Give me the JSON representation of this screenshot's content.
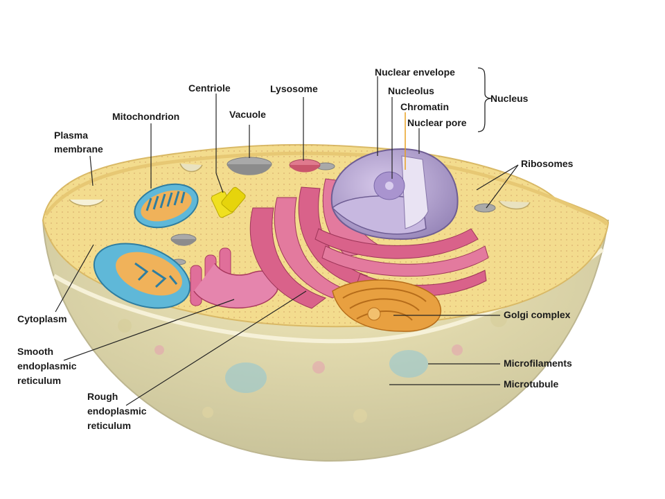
{
  "labels": {
    "nuclear_envelope": "Nuclear envelope",
    "nucleolus": "Nucleolus",
    "chromatin": "Chromatin",
    "nuclear_pore": "Nuclear pore",
    "nucleus": "Nucleus",
    "centriole": "Centriole",
    "lysosome": "Lysosome",
    "mitochondrion": "Mitochondrion",
    "vacuole": "Vacuole",
    "plasma_line1": "Plasma",
    "plasma_line2": "membrane",
    "ribosomes": "Ribosomes",
    "cytoplasm": "Cytoplasm",
    "golgi": "Golgi complex",
    "smooth_line1": "Smooth",
    "smooth_line2": "endoplasmic",
    "smooth_line3": "reticulum",
    "rough_line1": "Rough",
    "rough_line2": "endoplasmic",
    "rough_line3": "reticulum",
    "microfilaments": "Microfilaments",
    "microtubule": "Microtubule"
  },
  "colors": {
    "cytoplasm": "#f3dc8e",
    "bowl": "#ddd6a8",
    "nucleus": "#b7a6cf",
    "mitochondrion": "#5fb8d8",
    "rough_er": "#d9628a",
    "golgi": "#e8a040",
    "centriole": "#f0e020"
  }
}
